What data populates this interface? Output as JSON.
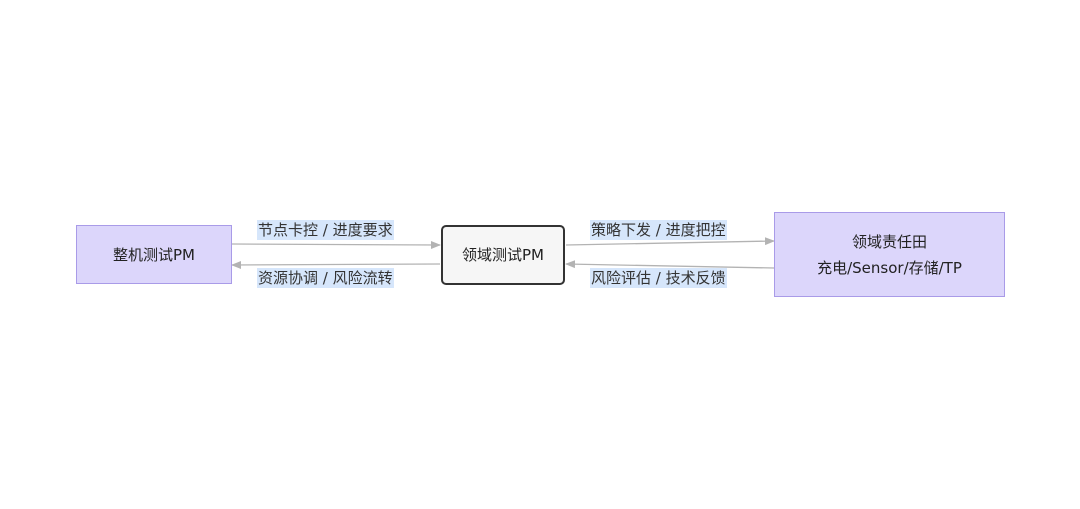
{
  "nodes": {
    "left": {
      "label": "整机测试PM"
    },
    "center": {
      "label": "领域测试PM"
    },
    "right": {
      "line1": "领域责任田",
      "line2": "充电/Sensor/存储/TP"
    }
  },
  "edges": {
    "left_to_center": "节点卡控 / 进度要求",
    "center_to_left": "资源协调 / 风险流转",
    "center_to_right": "策略下发 / 进度把控",
    "right_to_center": "风险评估 / 技术反馈"
  },
  "colors": {
    "node_fill": "#dcd6fb",
    "node_stroke": "#a99be8",
    "center_fill": "#f6f6f6",
    "center_stroke": "#333333",
    "label_bg": "#d6e6fb",
    "edge_line": "#b3b3b3"
  }
}
